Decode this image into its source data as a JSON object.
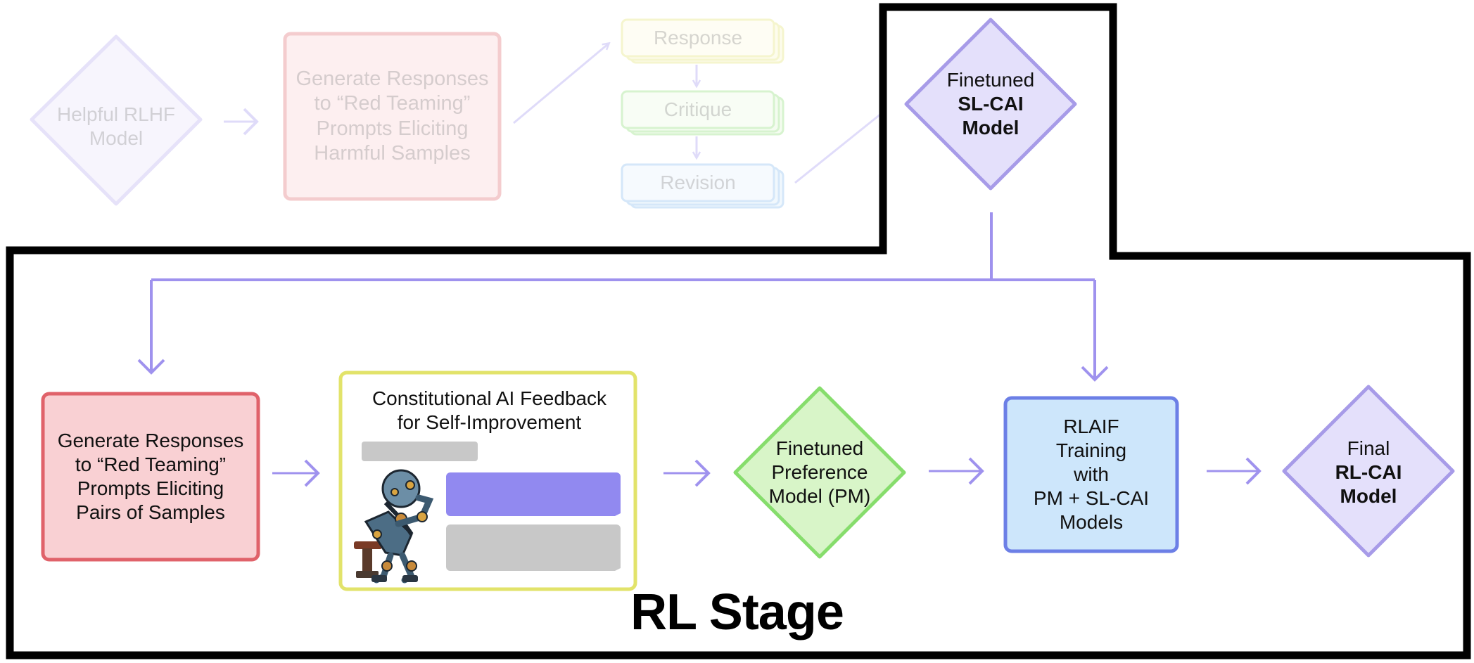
{
  "sl_stage": {
    "helpful_model": {
      "line1": "Helpful RLHF",
      "line2": "Model"
    },
    "generate_harmful": {
      "lines": [
        "Generate Responses",
        "to “Red Teaming”",
        "Prompts Eliciting",
        "Harmful Samples"
      ]
    },
    "response": "Response",
    "critique": "Critique",
    "revision": "Revision"
  },
  "sl_cai_model": {
    "line1": "Finetuned",
    "line2": "SL-CAI",
    "line3": "Model"
  },
  "rl_stage": {
    "title": "RL Stage",
    "generate_pairs": {
      "lines": [
        "Generate Responses",
        "to “Red Teaming”",
        "Prompts Eliciting",
        "Pairs of Samples"
      ]
    },
    "cai_feedback": {
      "line1": "Constitutional AI Feedback",
      "line2": "for Self-Improvement"
    },
    "preference_model": {
      "lines": [
        "Finetuned",
        "Preference",
        "Model (PM)"
      ]
    },
    "rlaif": {
      "lines": [
        "RLAIF",
        "Training",
        "with",
        "PM + SL-CAI",
        "Models"
      ]
    },
    "final_model": {
      "line1": "Final",
      "line2": "RL-CAI",
      "line3": "Model"
    }
  },
  "colors": {
    "arrow": "#9f92ee",
    "red_box_fill": "#f9d0d3",
    "red_box_border": "#e0626a",
    "yellow_border": "#e2e36a",
    "green_fill": "#d8f5c8",
    "green_border": "#86dd6c",
    "blue_fill": "#cde6fb",
    "blue_border": "#6c7fe6",
    "purple_fill": "#e4e0fb",
    "purple_border": "#a79be8",
    "chat_purple": "#9189f0",
    "chat_gray": "#c8c8c8"
  }
}
